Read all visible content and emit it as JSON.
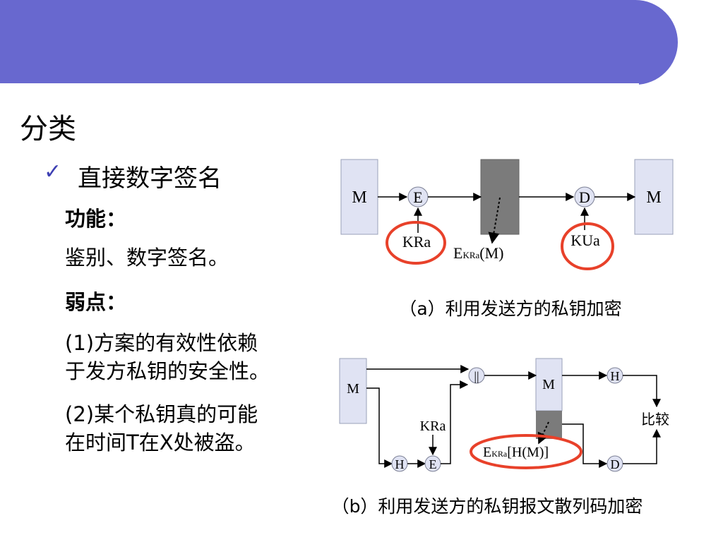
{
  "page": {
    "title": "分类",
    "bullet": "直接数字签名"
  },
  "function": {
    "heading": "功能：",
    "text": "鉴别、数字签名。"
  },
  "weakness": {
    "heading": "弱点：",
    "item1": [
      "(1)方案的有效性依赖",
      "于发方私钥的安全性。"
    ],
    "item2": [
      "(2)某个私钥真的可能",
      "在时间T在X处被盗。"
    ]
  },
  "diagram_a": {
    "left_box": "M",
    "encrypt": "E",
    "decrypt": "D",
    "right_box": "M",
    "private_key": "KRa",
    "public_key": "KUa",
    "cipher_prefix": "E",
    "cipher_sub": "KRa",
    "cipher_suffix": "(M)",
    "caption": "（a）利用发送方的私钥加密"
  },
  "diagram_b": {
    "left_box": "M",
    "concat": "||",
    "middle_box": "M",
    "hash_top": "H",
    "hash_bottom": "H",
    "encrypt": "E",
    "decrypt": "D",
    "private_key": "KRa",
    "compare": "比较",
    "cipher_prefix": "E",
    "cipher_sub": "KRa",
    "cipher_suffix": "[H(M)]",
    "caption": "（b）利用发送方的私钥报文散列码加密"
  },
  "colors": {
    "banner": "#6868cf",
    "highlight_circle": "#e8412a",
    "box_fill": "#e0e3f3",
    "dark_box": "#7b7b7b"
  }
}
